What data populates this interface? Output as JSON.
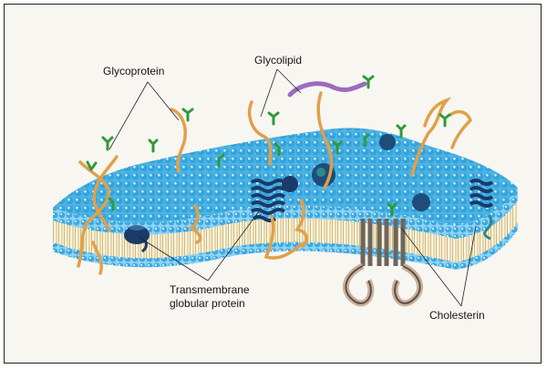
{
  "labels": {
    "glycoprotein": "Glycoprotein",
    "glycolipid": "Glycolipid",
    "transmembrane_line1": "Transmembrane",
    "transmembrane_line2": "globular protein",
    "cholesterin": "Cholesterin"
  },
  "colors": {
    "background": "#f8f6f1",
    "membrane_head": "#35a6dc",
    "membrane_head_light": "#8ed3f4",
    "lipid_tail": "#d9b85c",
    "protein_dark": "#1a3a6a",
    "protein_teal": "#2a8a8f",
    "glyco_orange": "#e0a04a",
    "glyco_purple": "#9b6bc0",
    "sugar_green": "#2f9a3a",
    "channel_gray": "#7a6f66",
    "tan_loop": "#c9b19a"
  }
}
